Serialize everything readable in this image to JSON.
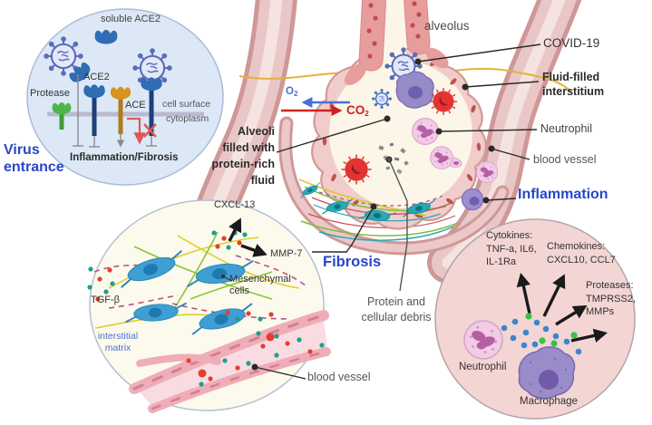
{
  "colors": {
    "accent_blue": "#2946c8",
    "o2_blue": "#4a6fd8",
    "co2_red": "#cc2222",
    "virus_circle_bg": "#dce8f6",
    "fibrosis_circle_bg": "#fcfaec",
    "inflammation_circle_bg": "#f3d5d4",
    "vessel_pink": "#e9c7c7",
    "teal_dot": "#1f9e8e",
    "red_dot": "#e2402e",
    "blue_dot": "#3d86c9",
    "green_dot": "#38c148"
  },
  "virus_panel": {
    "title_line1": "Virus",
    "title_line2": "entrance",
    "soluble_ace2": "soluble ACE2",
    "ace2": "ACE2",
    "protease": "Protease",
    "ace": "ACE",
    "cell_surface": "cell surface",
    "cytoplasm": "cytoplasm",
    "outcome": "Inflammation/Fibrosis"
  },
  "alveolus_scene": {
    "alveolus": "alveolus",
    "covid": "COVID-19",
    "fluid_line1": "Fluid-filled",
    "fluid_line2": "interstitium",
    "neutrophil": "Neutrophil",
    "blood_vessel": "blood vessel",
    "o2_base": "O",
    "o2_sub": "2",
    "co2_base": "CO",
    "co2_sub": "2",
    "alveoli_line1": "Alveoli",
    "alveoli_line2": "filled with",
    "alveoli_line3": "protein-rich",
    "alveoli_line4": "fluid",
    "debris_line1": "Protein and",
    "debris_line2": "cellular debris"
  },
  "fibrosis_panel": {
    "title": "Fibrosis",
    "cxcl13": "CXCL-13",
    "mmp7": "MMP-7",
    "tgfb": "TGF-β",
    "mesenchymal_line1": "Mesenchymal",
    "mesenchymal_line2": "cells",
    "matrix_line1": "interstitial",
    "matrix_line2": "matrix",
    "blood_vessel": "blood vessel"
  },
  "inflammation_panel": {
    "title": "Inflammation",
    "cytokines_line1": "Cytokines:",
    "cytokines_line2": "TNF-a, IL6,",
    "cytokines_line3": "IL-1Ra",
    "chemokines_line1": "Chemokines:",
    "chemokines_line2": "CXCL10, CCL7",
    "proteases_line1": "Proteases:",
    "proteases_line2": "TMPRSS2,",
    "proteases_line3": "MMPs",
    "neutrophil": "Neutrophil",
    "macrophage": "Macrophage"
  }
}
